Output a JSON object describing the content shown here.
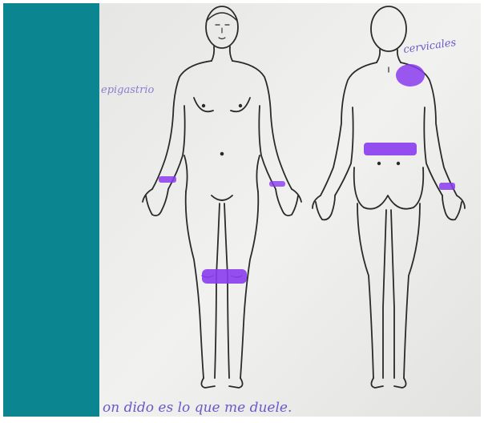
{
  "colors": {
    "side_bar": "#0b8590",
    "paper": "#eeeeec",
    "ink": "#2a2a2a",
    "marker": "#8a3cf0",
    "handwriting": "#6a5ac8"
  },
  "annotations": {
    "back_label": "cervicales",
    "front_label": "epigastrio",
    "bottom_note": "on dido es lo que me duele."
  }
}
